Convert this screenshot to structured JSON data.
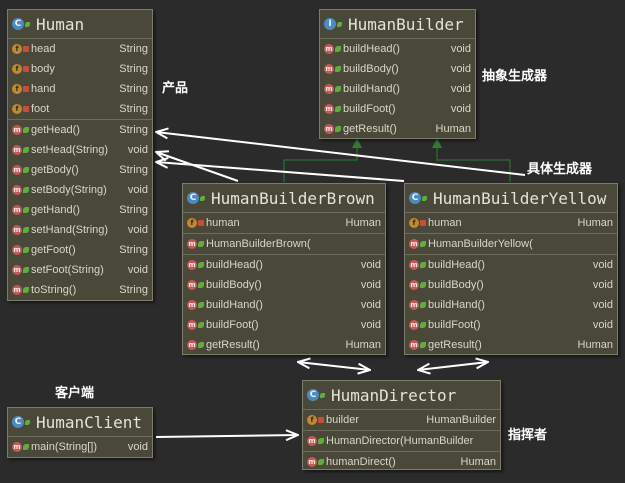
{
  "classes": {
    "human": {
      "name": "Human",
      "fields": [
        {
          "name": "head",
          "type": "String"
        },
        {
          "name": "body",
          "type": "String"
        },
        {
          "name": "hand",
          "type": "String"
        },
        {
          "name": "foot",
          "type": "String"
        }
      ],
      "methods": [
        {
          "name": "getHead()",
          "type": "String"
        },
        {
          "name": "setHead(String)",
          "type": "void"
        },
        {
          "name": "getBody()",
          "type": "String"
        },
        {
          "name": "setBody(String)",
          "type": "void"
        },
        {
          "name": "getHand()",
          "type": "String"
        },
        {
          "name": "setHand(String)",
          "type": "void"
        },
        {
          "name": "getFoot()",
          "type": "String"
        },
        {
          "name": "setFoot(String)",
          "type": "void"
        },
        {
          "name": "toString()",
          "type": "String"
        }
      ]
    },
    "human_builder": {
      "name": "HumanBuilder",
      "methods": [
        {
          "name": "buildHead()",
          "type": "void"
        },
        {
          "name": "buildBody()",
          "type": "void"
        },
        {
          "name": "buildHand()",
          "type": "void"
        },
        {
          "name": "buildFoot()",
          "type": "void"
        },
        {
          "name": "getResult()",
          "type": "Human"
        }
      ]
    },
    "builder_brown": {
      "name": "HumanBuilderBrown",
      "fields": [
        {
          "name": "human",
          "type": "Human"
        }
      ],
      "constructor": "HumanBuilderBrown(",
      "methods": [
        {
          "name": "buildHead()",
          "type": "void"
        },
        {
          "name": "buildBody()",
          "type": "void"
        },
        {
          "name": "buildHand()",
          "type": "void"
        },
        {
          "name": "buildFoot()",
          "type": "void"
        },
        {
          "name": "getResult()",
          "type": "Human"
        }
      ]
    },
    "builder_yellow": {
      "name": "HumanBuilderYellow",
      "fields": [
        {
          "name": "human",
          "type": "Human"
        }
      ],
      "constructor": "HumanBuilderYellow(",
      "methods": [
        {
          "name": "buildHead()",
          "type": "void"
        },
        {
          "name": "buildBody()",
          "type": "void"
        },
        {
          "name": "buildHand()",
          "type": "void"
        },
        {
          "name": "buildFoot()",
          "type": "void"
        },
        {
          "name": "getResult()",
          "type": "Human"
        }
      ]
    },
    "director": {
      "name": "HumanDirector",
      "fields": [
        {
          "name": "builder",
          "type": "HumanBuilder"
        }
      ],
      "constructor": "HumanDirector(HumanBuilder",
      "methods": [
        {
          "name": "humanDirect()",
          "type": "Human"
        }
      ]
    },
    "client": {
      "name": "HumanClient",
      "methods": [
        {
          "name": "main(String[])",
          "type": "void"
        }
      ]
    }
  },
  "labels": {
    "product": "产品",
    "abstract_builder": "抽象生成器",
    "concrete_builder": "具体生成器",
    "client": "客户端",
    "director": "指挥者"
  },
  "colors": {
    "background": "#2b2b2b",
    "class_box": "#4a4838",
    "realization_arrow": "#2e7d32",
    "dependency_arrow": "#ffffff"
  }
}
